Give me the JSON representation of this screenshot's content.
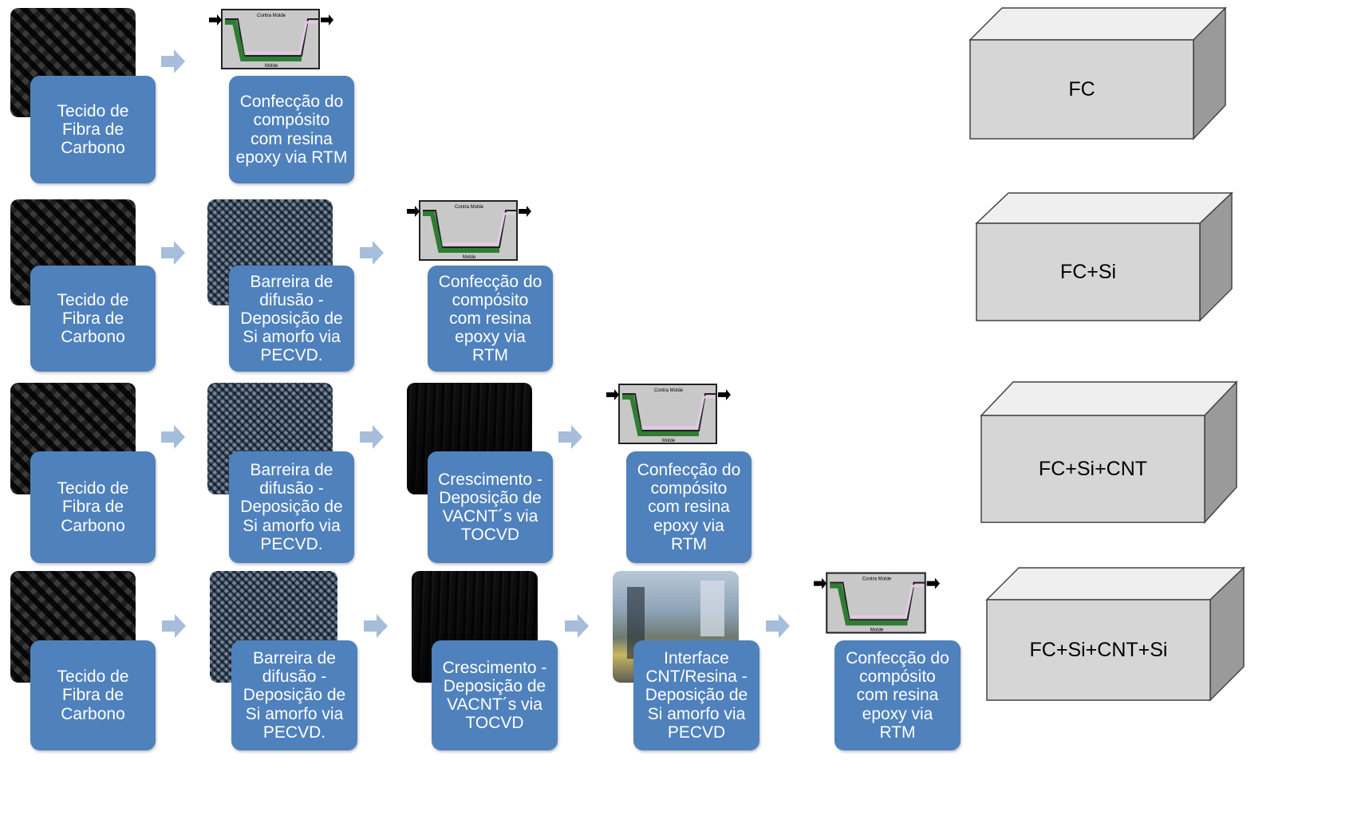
{
  "rows": [
    {
      "steps": [
        {
          "image": "carbon-fabric",
          "label": "Tecido de\nFibra de\nCarbono"
        },
        {
          "image": "rtm-mold",
          "label": "Confecção do\ncompósito\ncom resina\nepoxy via RTM"
        }
      ],
      "result": "FC"
    },
    {
      "steps": [
        {
          "image": "carbon-fabric",
          "label": "Tecido de\nFibra de\nCarbono"
        },
        {
          "image": "coated-mesh",
          "label": "Barreira de\ndifusão -\nDeposição de\nSi amorfo via\nPECVD."
        },
        {
          "image": "rtm-mold",
          "label": "Confecção do\ncompósito\ncom resina\nepoxy via\nRTM"
        }
      ],
      "result": "FC+Si"
    },
    {
      "steps": [
        {
          "image": "carbon-fabric",
          "label": "Tecido de\nFibra de\nCarbono"
        },
        {
          "image": "coated-mesh",
          "label": "Barreira de\ndifusão -\nDeposição de\nSi amorfo via\nPECVD."
        },
        {
          "image": "cnt-sem",
          "label": "Crescimento -\nDeposição de\nVACNT´s via\nTOCVD"
        },
        {
          "image": "rtm-mold",
          "label": "Confecção do\ncompósito\ncom resina\nepoxy via\nRTM"
        }
      ],
      "result": "FC+Si+CNT"
    },
    {
      "steps": [
        {
          "image": "carbon-fabric",
          "label": "Tecido de\nFibra de\nCarbono"
        },
        {
          "image": "coated-mesh",
          "label": "Barreira de\ndifusão -\nDeposição de\nSi amorfo via\nPECVD."
        },
        {
          "image": "cnt-sem",
          "label": "Crescimento -\nDeposição de\nVACNT´s via\nTOCVD"
        },
        {
          "image": "lab-equipment",
          "label": "Interface\nCNT/Resina -\nDeposição de\nSi amorfo via\nPECVD"
        },
        {
          "image": "rtm-mold",
          "label": "Confecção do\ncompósito\ncom resina\nepoxy via\nRTM"
        }
      ],
      "result": "FC+Si+CNT+Si"
    }
  ],
  "mold": {
    "top_label": "Contra Molde",
    "bottom_label": "Molde"
  },
  "icons": {
    "arrow": "right-arrow-icon",
    "block": "3d-block-icon"
  },
  "colors": {
    "box": "#4f81bd",
    "arrow": "#a6bddb",
    "fiber": "#2e7d32",
    "cube_front": "#d6d6d6"
  }
}
